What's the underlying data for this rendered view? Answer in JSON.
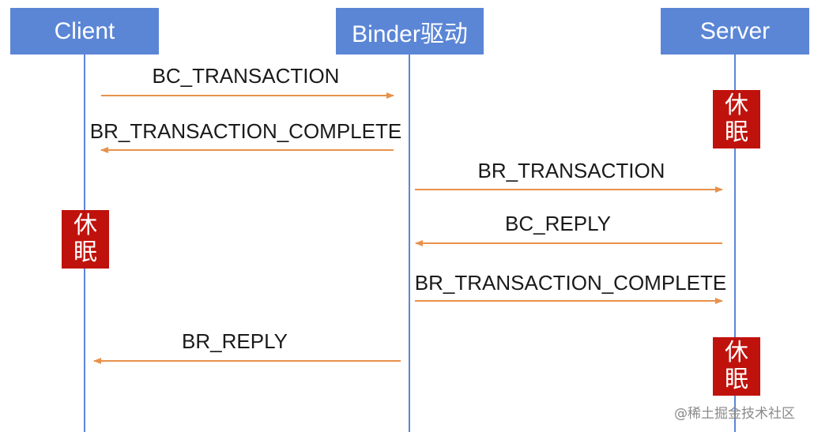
{
  "participants": {
    "client": "Client",
    "binder": "Binder驱动",
    "server": "Server"
  },
  "messages": [
    {
      "label": "BC_TRANSACTION",
      "from": "Client",
      "to": "Binder驱动"
    },
    {
      "label": "BR_TRANSACTION_COMPLETE",
      "from": "Binder驱动",
      "to": "Client"
    },
    {
      "label": "BR_TRANSACTION",
      "from": "Binder驱动",
      "to": "Server"
    },
    {
      "label": "BC_REPLY",
      "from": "Server",
      "to": "Binder驱动"
    },
    {
      "label": "BR_TRANSACTION_COMPLETE",
      "from": "Binder驱动",
      "to": "Server"
    },
    {
      "label": "BR_REPLY",
      "from": "Binder驱动",
      "to": "Client"
    }
  ],
  "sleep_blocks": {
    "server_first": "休\n眠",
    "client": "休\n眠",
    "server_second": "休\n眠"
  },
  "watermark": "@稀土掘金技术社区",
  "colors": {
    "participant_fill": "#5b86d6",
    "lifeline": "#5b86d6",
    "arrow": "#e8914a",
    "sleep_fill": "#c0120c"
  }
}
